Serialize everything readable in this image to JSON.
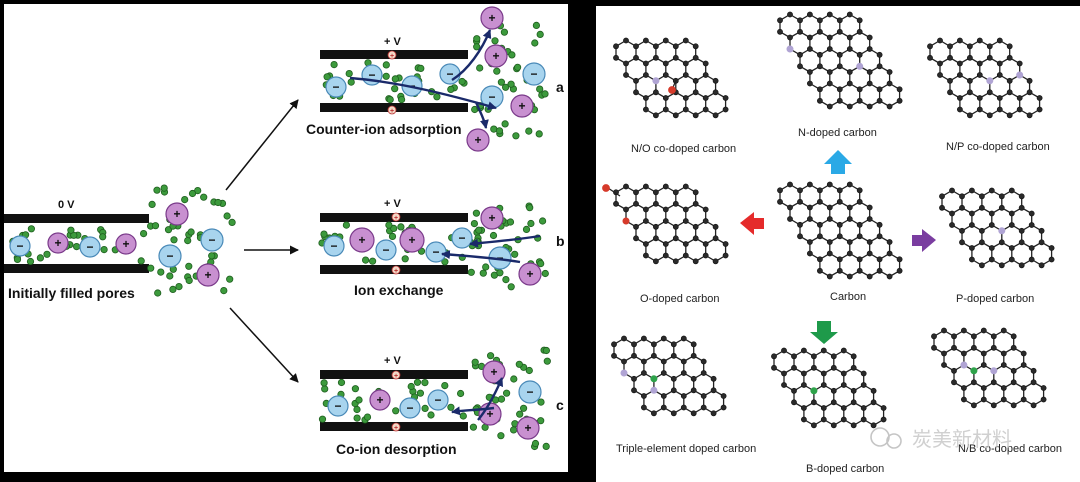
{
  "left_panel": {
    "initial": {
      "voltage": "0 V",
      "caption": "Initially filled pores"
    },
    "cases": [
      {
        "id": "a",
        "voltage": "+ V",
        "caption": "Counter-ion adsorption",
        "letter": "a"
      },
      {
        "id": "b",
        "voltage": "+ V",
        "caption": "Ion exchange",
        "letter": "b"
      },
      {
        "id": "c",
        "voltage": "+ V",
        "caption": "Co-ion desorption",
        "letter": "c"
      }
    ],
    "anion_symbol": "−",
    "cation_symbol": "+",
    "colors": {
      "anion": "#a8d4ee",
      "cation": "#c890d0",
      "solvent": "#3c9a3c",
      "wall": "#111111",
      "arrow": "#1a2a6a"
    }
  },
  "right_panel": {
    "center": "Carbon",
    "structures": [
      {
        "id": "n_o",
        "label": "N/O co-doped carbon"
      },
      {
        "id": "n",
        "label": "N-doped carbon"
      },
      {
        "id": "n_p",
        "label": "N/P co-doped carbon"
      },
      {
        "id": "o",
        "label": "O-doped carbon"
      },
      {
        "id": "p",
        "label": "P-doped carbon"
      },
      {
        "id": "triple",
        "label": "Triple-element doped carbon"
      },
      {
        "id": "b",
        "label": "B-doped carbon"
      },
      {
        "id": "n_b",
        "label": "N/B co-doped carbon"
      }
    ],
    "arrow_colors": {
      "up": "#2aa9e6",
      "left": "#e52b2b",
      "right": "#7a3da0",
      "down": "#1e9a4a"
    },
    "dopant_colors": {
      "N": "#b0a4d4",
      "O": "#d63a2a",
      "B": "#2ea24a",
      "P": "#b0a4d4"
    }
  },
  "watermark": {
    "text": "炭美新材料"
  }
}
